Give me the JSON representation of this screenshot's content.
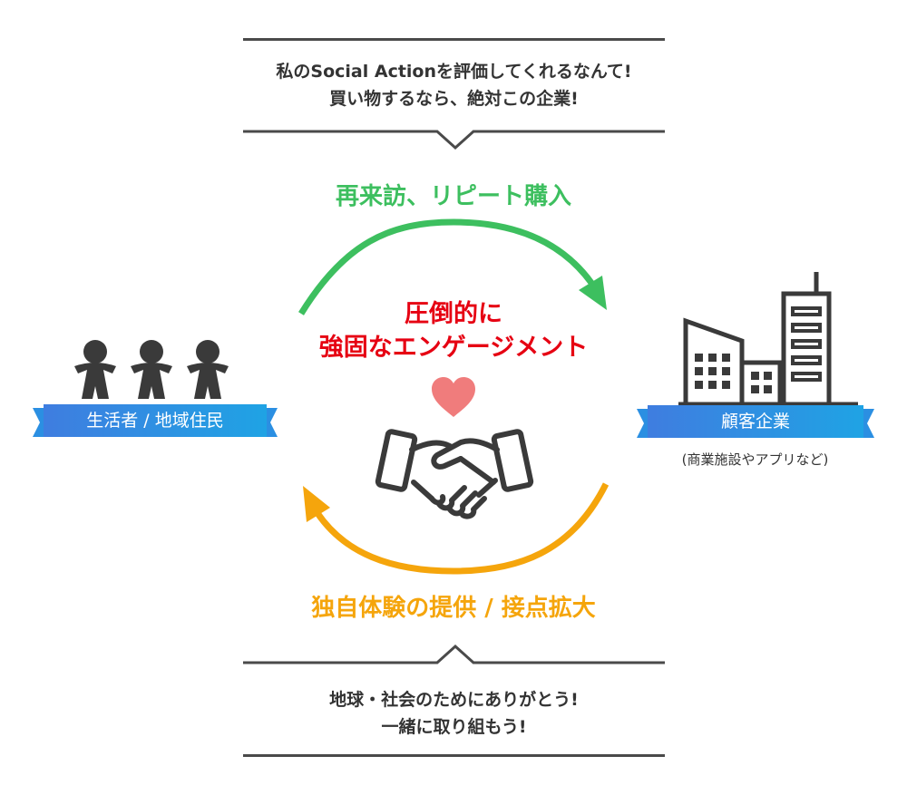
{
  "top_quote": {
    "line1": "私のSocial Actionを評価してくれるなんて!",
    "line2": "買い物するなら、絶対この企業!"
  },
  "top_flow_label": "再来訪、リピート購入",
  "center_message": {
    "line1": "圧倒的に",
    "line2": "強固なエンゲージメント"
  },
  "left_actor": {
    "label": "生活者 / 地域住民",
    "icon": "people-group-icon"
  },
  "right_actor": {
    "label": "顧客企業",
    "note": "(商業施設やアプリなど)",
    "icon": "office-buildings-icon"
  },
  "bottom_flow_label": "独自体験の提供 / 接点拡大",
  "bottom_quote": {
    "line1": "地球・社会のためにありがとう!",
    "line2": "一緒に取り組もう!"
  },
  "center_icons": [
    "heart-icon",
    "handshake-icon"
  ],
  "colors": {
    "green_arrow": "#3dbf5f",
    "orange_arrow": "#f5a50c",
    "engagement_red": "#e60012",
    "heart": "#f07c7c",
    "ribbon_start": "#3f7de0",
    "ribbon_end": "#1fa3e4",
    "icon_dark": "#3a3a3a"
  }
}
